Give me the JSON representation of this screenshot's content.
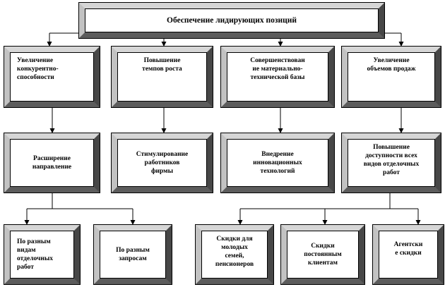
{
  "title": "Обеспечение лидирующих позиций",
  "level1": [
    "Увеличение\nконкурентно-\nспособности",
    "Повышение\nтемпов роста",
    "Совершенствован\nие материально-\nтехнической базы",
    "Увеличение\nобъемов продаж"
  ],
  "level2": [
    "Расширение\nнаправление",
    "Стимулирование\nработников\nфирмы",
    "Внедрение\nинновационных\nтехнологий",
    "Повышение\nдоступности всех\nвидов отделочных\nработ"
  ],
  "level3": [
    "По разным\nвидам\nотделочных\nработ",
    "По разным\nзапросам",
    "Скидки для\nмолодых\nсемей,\nпенсионеров",
    "Скидки\nпостоянным\nклиентам",
    "Агентски\ne скидки"
  ]
}
